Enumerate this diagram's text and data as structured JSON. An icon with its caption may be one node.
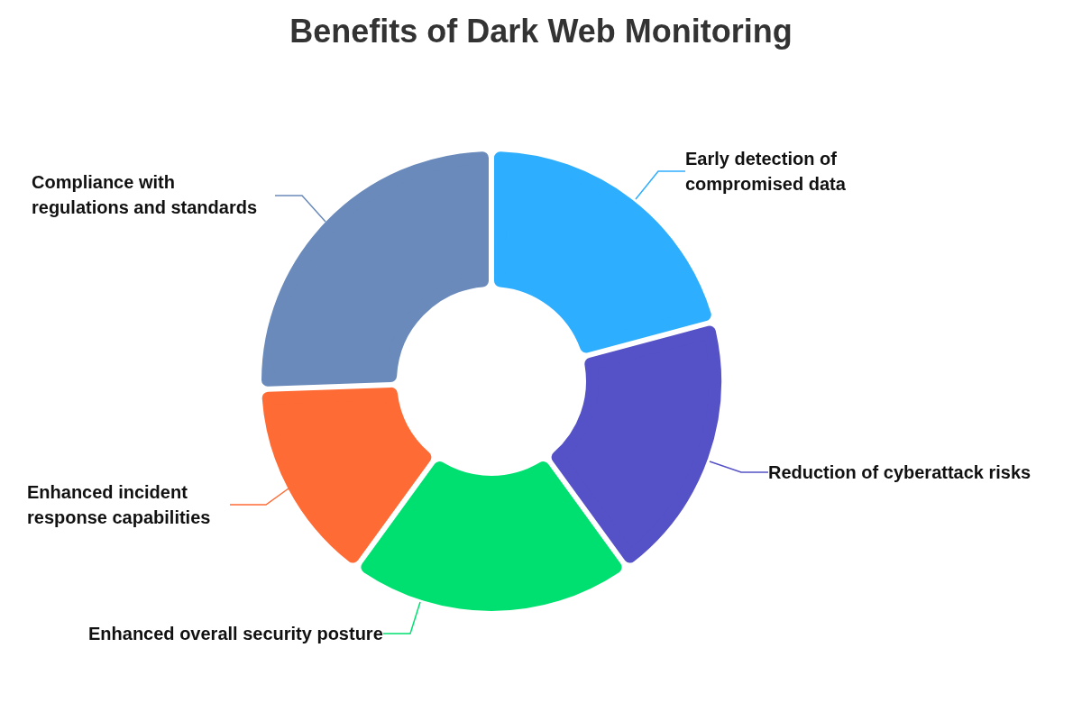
{
  "diagram": {
    "title": "Benefits of Dark Web Monitoring",
    "nodes": [
      {
        "text": [
          "Early detection of compromised data"
        ]
      },
      {
        "text": [
          "Reduction of cyberattack risks"
        ]
      },
      {
        "text": [
          "Enhanced overall security posture"
        ]
      },
      {
        "text": [
          "Enhanced incident response capabilities"
        ]
      },
      {
        "text": [
          "Compliance with regulations and standards"
        ]
      },
      {
        "text": [],
        "shape": "slice"
      },
      {
        "text": [],
        "shape": "slice"
      },
      {
        "text": [],
        "shape": "slice"
      },
      {
        "text": [],
        "shape": "slice"
      },
      {
        "text": [],
        "shape": "slice"
      }
    ],
    "edges": [
      {
        "from": 0,
        "to": 5,
        "arrow": "none",
        "color": "#2eaeff"
      },
      {
        "from": 1,
        "to": 6,
        "arrow": "none",
        "color": "#5551c6"
      },
      {
        "from": 2,
        "to": 7,
        "arrow": "none",
        "color": "#00e070"
      },
      {
        "from": 3,
        "to": 8,
        "arrow": "none",
        "color": "#ff6b35"
      },
      {
        "from": 4,
        "to": 9,
        "arrow": "none",
        "color": "#6a8abb"
      }
    ]
  }
}
